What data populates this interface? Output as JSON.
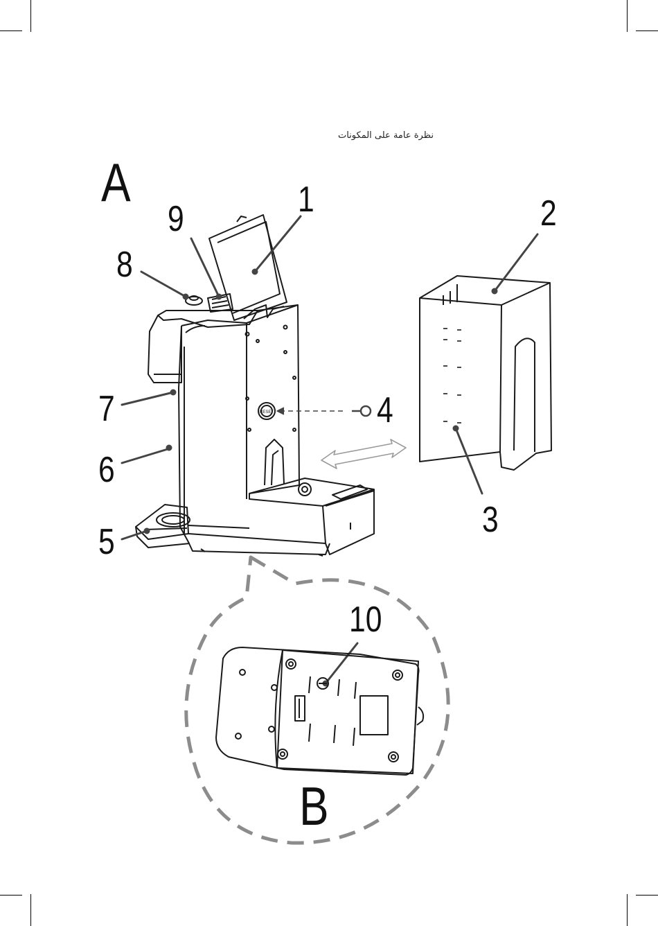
{
  "header": {
    "title": "نظرة عامة على المكونات"
  },
  "figure_a": {
    "label": "A"
  },
  "figure_b": {
    "label": "B"
  },
  "callouts": [
    "1",
    "2",
    "3",
    "4",
    "5",
    "6",
    "7",
    "8",
    "9",
    "10"
  ],
  "machine": {
    "reset_label": "RESET"
  },
  "colors": {
    "line": "#1a1a1a",
    "leader": "#444444",
    "dashed": "#8c8c8c",
    "arrow": "#9a9a9a"
  }
}
